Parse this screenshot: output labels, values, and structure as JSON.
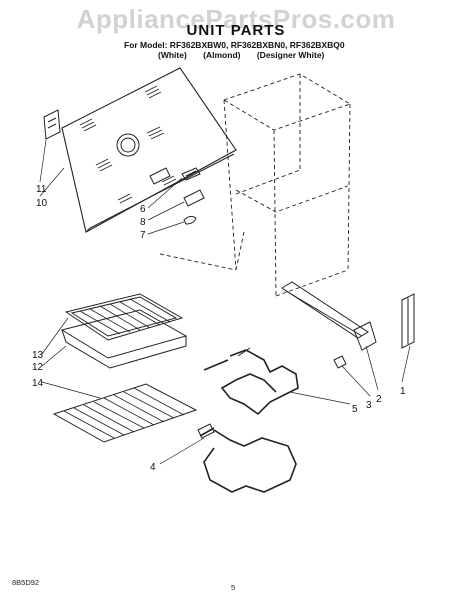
{
  "watermark": "AppliancePartsPros.com",
  "header": {
    "title": "UNIT PARTS",
    "model_line": "For Model: RF362BXBW0, RF362BXBN0, RF362BXBQ0",
    "variants": [
      "(White)",
      "(Almond)",
      "(Designer White)"
    ]
  },
  "callouts": [
    "11",
    "10",
    "6",
    "8",
    "7",
    "13",
    "12",
    "14",
    "1",
    "2",
    "3",
    "5",
    "4"
  ],
  "footer": {
    "doc_number": "8B5D92",
    "page_number": "5"
  }
}
